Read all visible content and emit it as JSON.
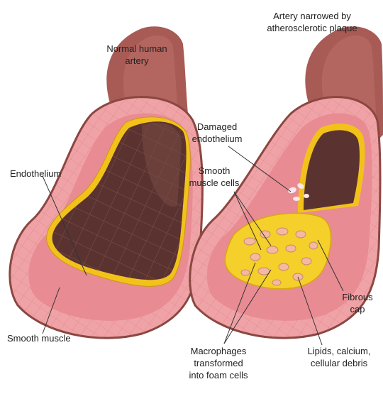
{
  "colors": {
    "vessel_outer": "#a85a55",
    "vessel_outer_shade": "#8a4640",
    "muscle_pink": "#f0a3a6",
    "muscle_deep": "#e27a82",
    "endothelium_yellow": "#f2c21b",
    "lumen": "#5a3330",
    "lumen_light": "#7a4a44",
    "plaque_yellow": "#f5cf2a",
    "foam_cell": "#f3b9a2"
  },
  "normal_artery": {
    "title_line1": "Normal human",
    "title_line2": "artery",
    "labels": {
      "endothelium": "Endothelium",
      "smooth_muscle": "Smooth muscle"
    }
  },
  "diseased_artery": {
    "title_line1": "Artery narrowed by",
    "title_line2": "atherosclerotic plaque",
    "labels": {
      "damaged_endothelium_line1": "Damaged",
      "damaged_endothelium_line2": "endothelium",
      "smooth_muscle_cells_line1": "Smooth",
      "smooth_muscle_cells_line2": "muscle cells",
      "fibrous_cap_line1": "Fibrous",
      "fibrous_cap_line2": "cap",
      "lipids_line1": "Lipids, calcium,",
      "lipids_line2": "cellular debris",
      "macrophages_line1": "Macrophages",
      "macrophages_line2": "transformed",
      "macrophages_line3": "into foam cells"
    }
  }
}
